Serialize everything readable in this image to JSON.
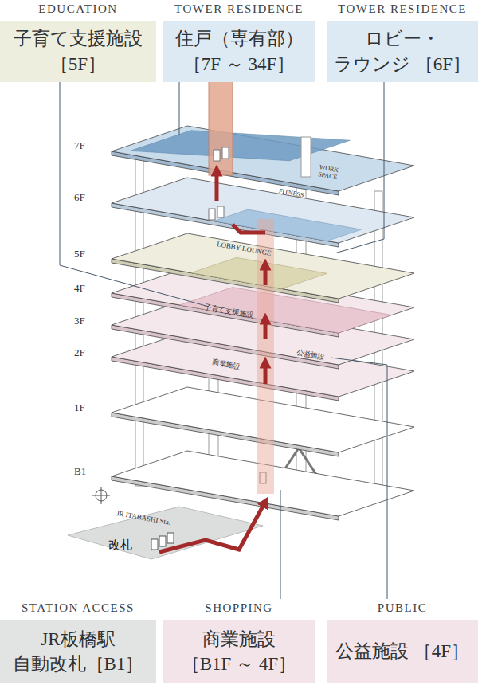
{
  "diagram": {
    "nodes": [
      {
        "text": [
          "EDUCATION",
          "子育て支援施設 ［5F］"
        ]
      },
      {
        "text": [
          "TOWER RESIDENCE",
          "住戸（専有部） ［7F ～ 34F］"
        ]
      },
      {
        "text": [
          "TOWER RESIDENCE",
          "ロビー・ラウンジ ［6F］"
        ]
      },
      {
        "text": [
          "STATION ACCESS",
          "JR板橋駅 自動改札［B1］"
        ]
      },
      {
        "text": [
          "SHOPPING",
          "商業施設 ［B1F ～ 4F］"
        ]
      },
      {
        "text": [
          "PUBLIC",
          "公益施設 ［4F］"
        ]
      }
    ],
    "labels": [
      "7F",
      "WORK SPACE",
      "FITNESS",
      "6F",
      "LOBBY LOUNGE",
      "5F",
      "4F",
      "子育て支援施設",
      "3F",
      "公益施設",
      "2F",
      "商業施設",
      "1F",
      "B1",
      "JR ITABASHI Sta.",
      "改札"
    ]
  }
}
